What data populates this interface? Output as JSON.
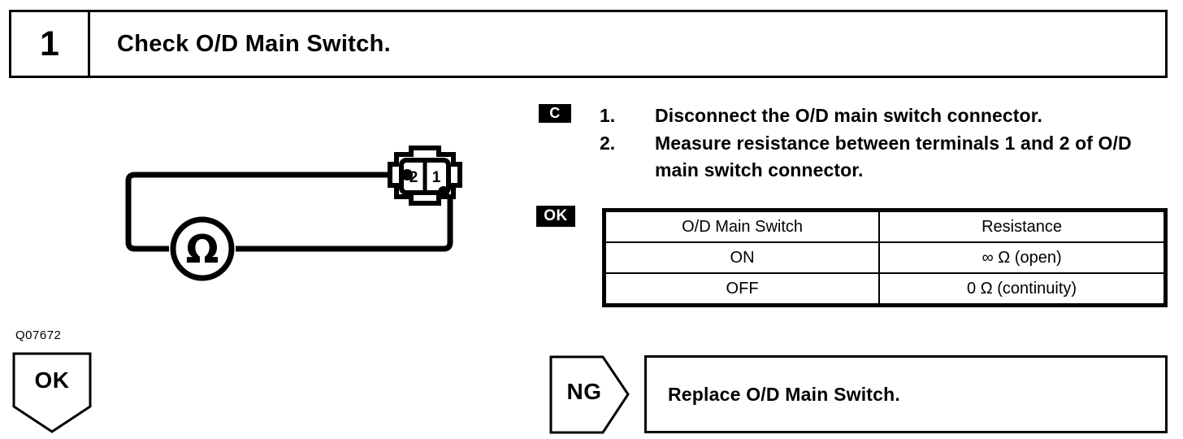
{
  "step": {
    "number": "1",
    "title": "Check O/D Main Switch."
  },
  "inspection_badge": {
    "label": "C"
  },
  "instructions": [
    {
      "num": "1.",
      "text": "Disconnect the O/D main switch connector."
    },
    {
      "num": "2.",
      "text": "Measure resistance between terminals 1 and 2 of O/D main switch connector."
    }
  ],
  "ok_badge": {
    "label": "OK"
  },
  "spec_table": {
    "headers": [
      "O/D Main Switch",
      "Resistance"
    ],
    "rows": [
      [
        "ON",
        "∞ Ω (open)"
      ],
      [
        "OFF",
        "0 Ω (continuity)"
      ]
    ]
  },
  "figure": {
    "code": "Q07672",
    "meter_symbol": "Ω",
    "connector_terminals": [
      "2",
      "1"
    ]
  },
  "ok_branch": {
    "label": "OK"
  },
  "ng_branch": {
    "label": "NG",
    "action": "Replace O/D Main Switch."
  }
}
